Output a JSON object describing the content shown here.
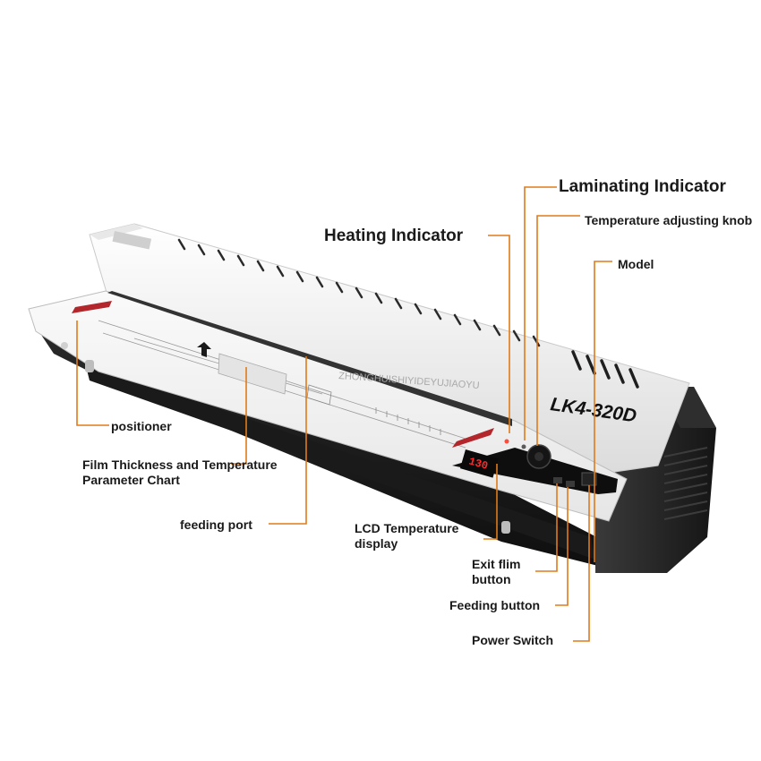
{
  "model_text": "LK4-320D",
  "lcd_value": "130",
  "side_text": "ZHONGHUISHIYIDEYUJIAOYU",
  "labels": {
    "laminating_indicator": "Laminating Indicator",
    "heating_indicator": "Heating Indicator",
    "temperature_knob": "Temperature adjusting knob",
    "model": "Model",
    "positioner": "positioner",
    "parameter_chart": "Film Thickness and Temperature Parameter Chart",
    "feeding_port": "feeding port",
    "lcd_display": "LCD Temperature display",
    "exit_film_button": "Exit flim button",
    "feeding_button": "Feeding button",
    "power_switch": "Power Switch"
  },
  "colors": {
    "leader": "#e07b1a",
    "body_white": "#f2f2f2",
    "body_black": "#1c1c1c",
    "positioner_red": "#b3262b",
    "lcd_red": "#ff2a2a"
  }
}
